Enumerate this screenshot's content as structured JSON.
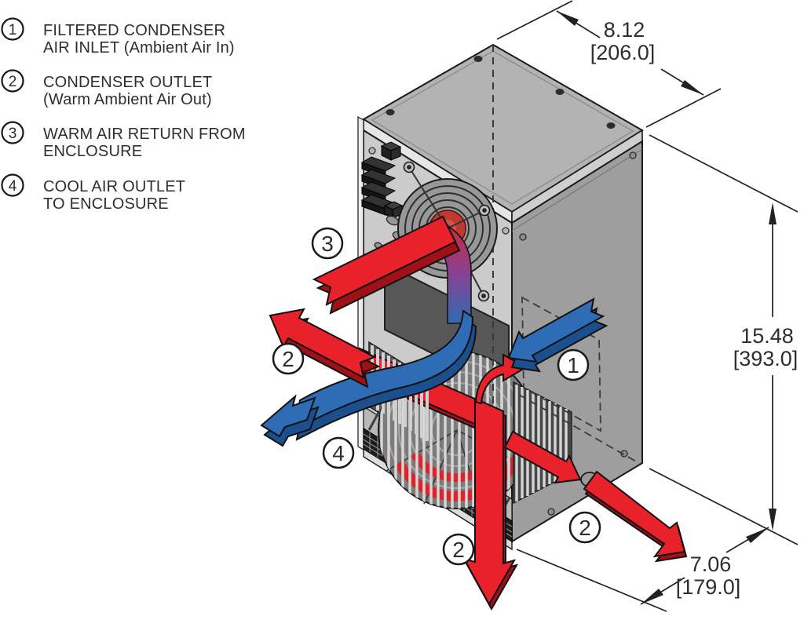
{
  "legend": {
    "items": [
      {
        "number": "1",
        "line1": "FILTERED CONDENSER",
        "line2": "AIR INLET (Ambient Air In)"
      },
      {
        "number": "2",
        "line1": "CONDENSER OUTLET",
        "line2": "(Warm Ambient Air Out)"
      },
      {
        "number": "3",
        "line1": "WARM AIR RETURN FROM",
        "line2": "ENCLOSURE"
      },
      {
        "number": "4",
        "line1": "COOL AIR OUTLET",
        "line2": "TO ENCLOSURE"
      }
    ]
  },
  "dimensions": {
    "width_top": {
      "inches": "8.12",
      "mm": "[206.0]"
    },
    "height_right": {
      "inches": "15.48",
      "mm": "[393.0]"
    },
    "depth_bottom": {
      "inches": "7.06",
      "mm": "[179.0]"
    }
  },
  "callouts": {
    "warm_air_return": "3",
    "condenser_outlet_left": "2",
    "cool_air_outlet": "4",
    "air_inlet": "1",
    "condenser_outlet_bottom": "2",
    "condenser_outlet_right": "2"
  },
  "colors": {
    "hot_air_red": "#e8212a",
    "hot_air_shadow_red": "#9e1117",
    "cool_air_blue": "#2e6cb5",
    "cool_air_shadow_blue": "#1c4f8e",
    "cabinet_top": "#b3b3b3",
    "cabinet_front": "#cbcbcb",
    "cabinet_side": "#9e9e9e",
    "outline": "#1a1a1a"
  }
}
